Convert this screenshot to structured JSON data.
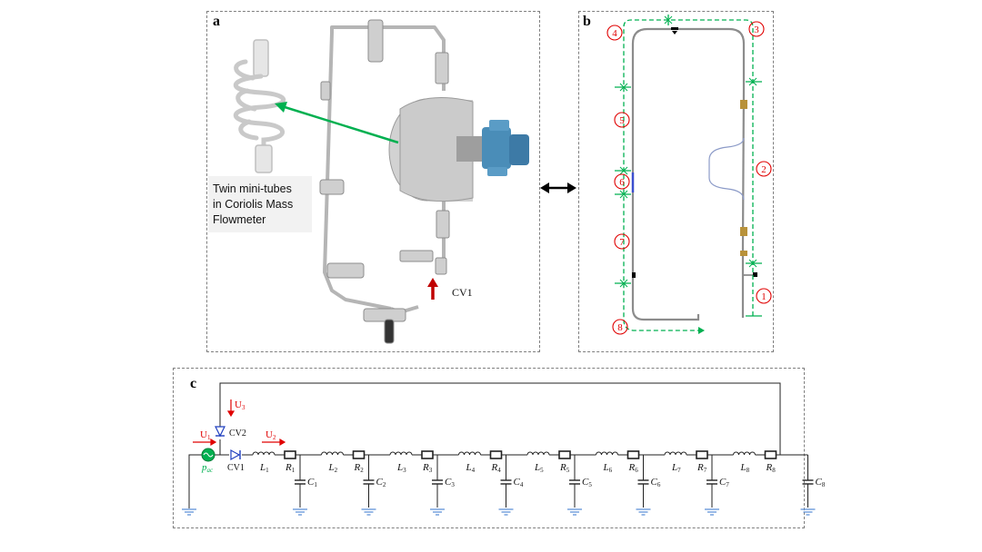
{
  "panels": {
    "a": {
      "label": "a"
    },
    "b": {
      "label": "b"
    },
    "c": {
      "label": "c"
    }
  },
  "photo": {
    "callout_line1": "Twin mini-tubes",
    "callout_line2": "in Coriolis Mass",
    "callout_line3": "Flowmeter",
    "valve_label": "CV1"
  },
  "segments": [
    "1",
    "2",
    "3",
    "4",
    "5",
    "6",
    "7",
    "8"
  ],
  "circuit": {
    "source": "p",
    "source_sub": "ac",
    "u1": "U",
    "u1_sub": "1",
    "u2": "U",
    "u2_sub": "2",
    "u3": "U",
    "u3_sub": "3",
    "cv1": "CV1",
    "cv2": "CV2",
    "inductor_symbol": "L",
    "resistor_symbol": "R",
    "capacitor_symbol": "C",
    "indices": [
      "1",
      "2",
      "3",
      "4",
      "5",
      "6",
      "7",
      "8"
    ]
  },
  "colors": {
    "green_path": "#00b050",
    "red_marker": "#e00000",
    "valve_blue": "#1f3fbf",
    "ground_blue": "#5b8fd6"
  }
}
